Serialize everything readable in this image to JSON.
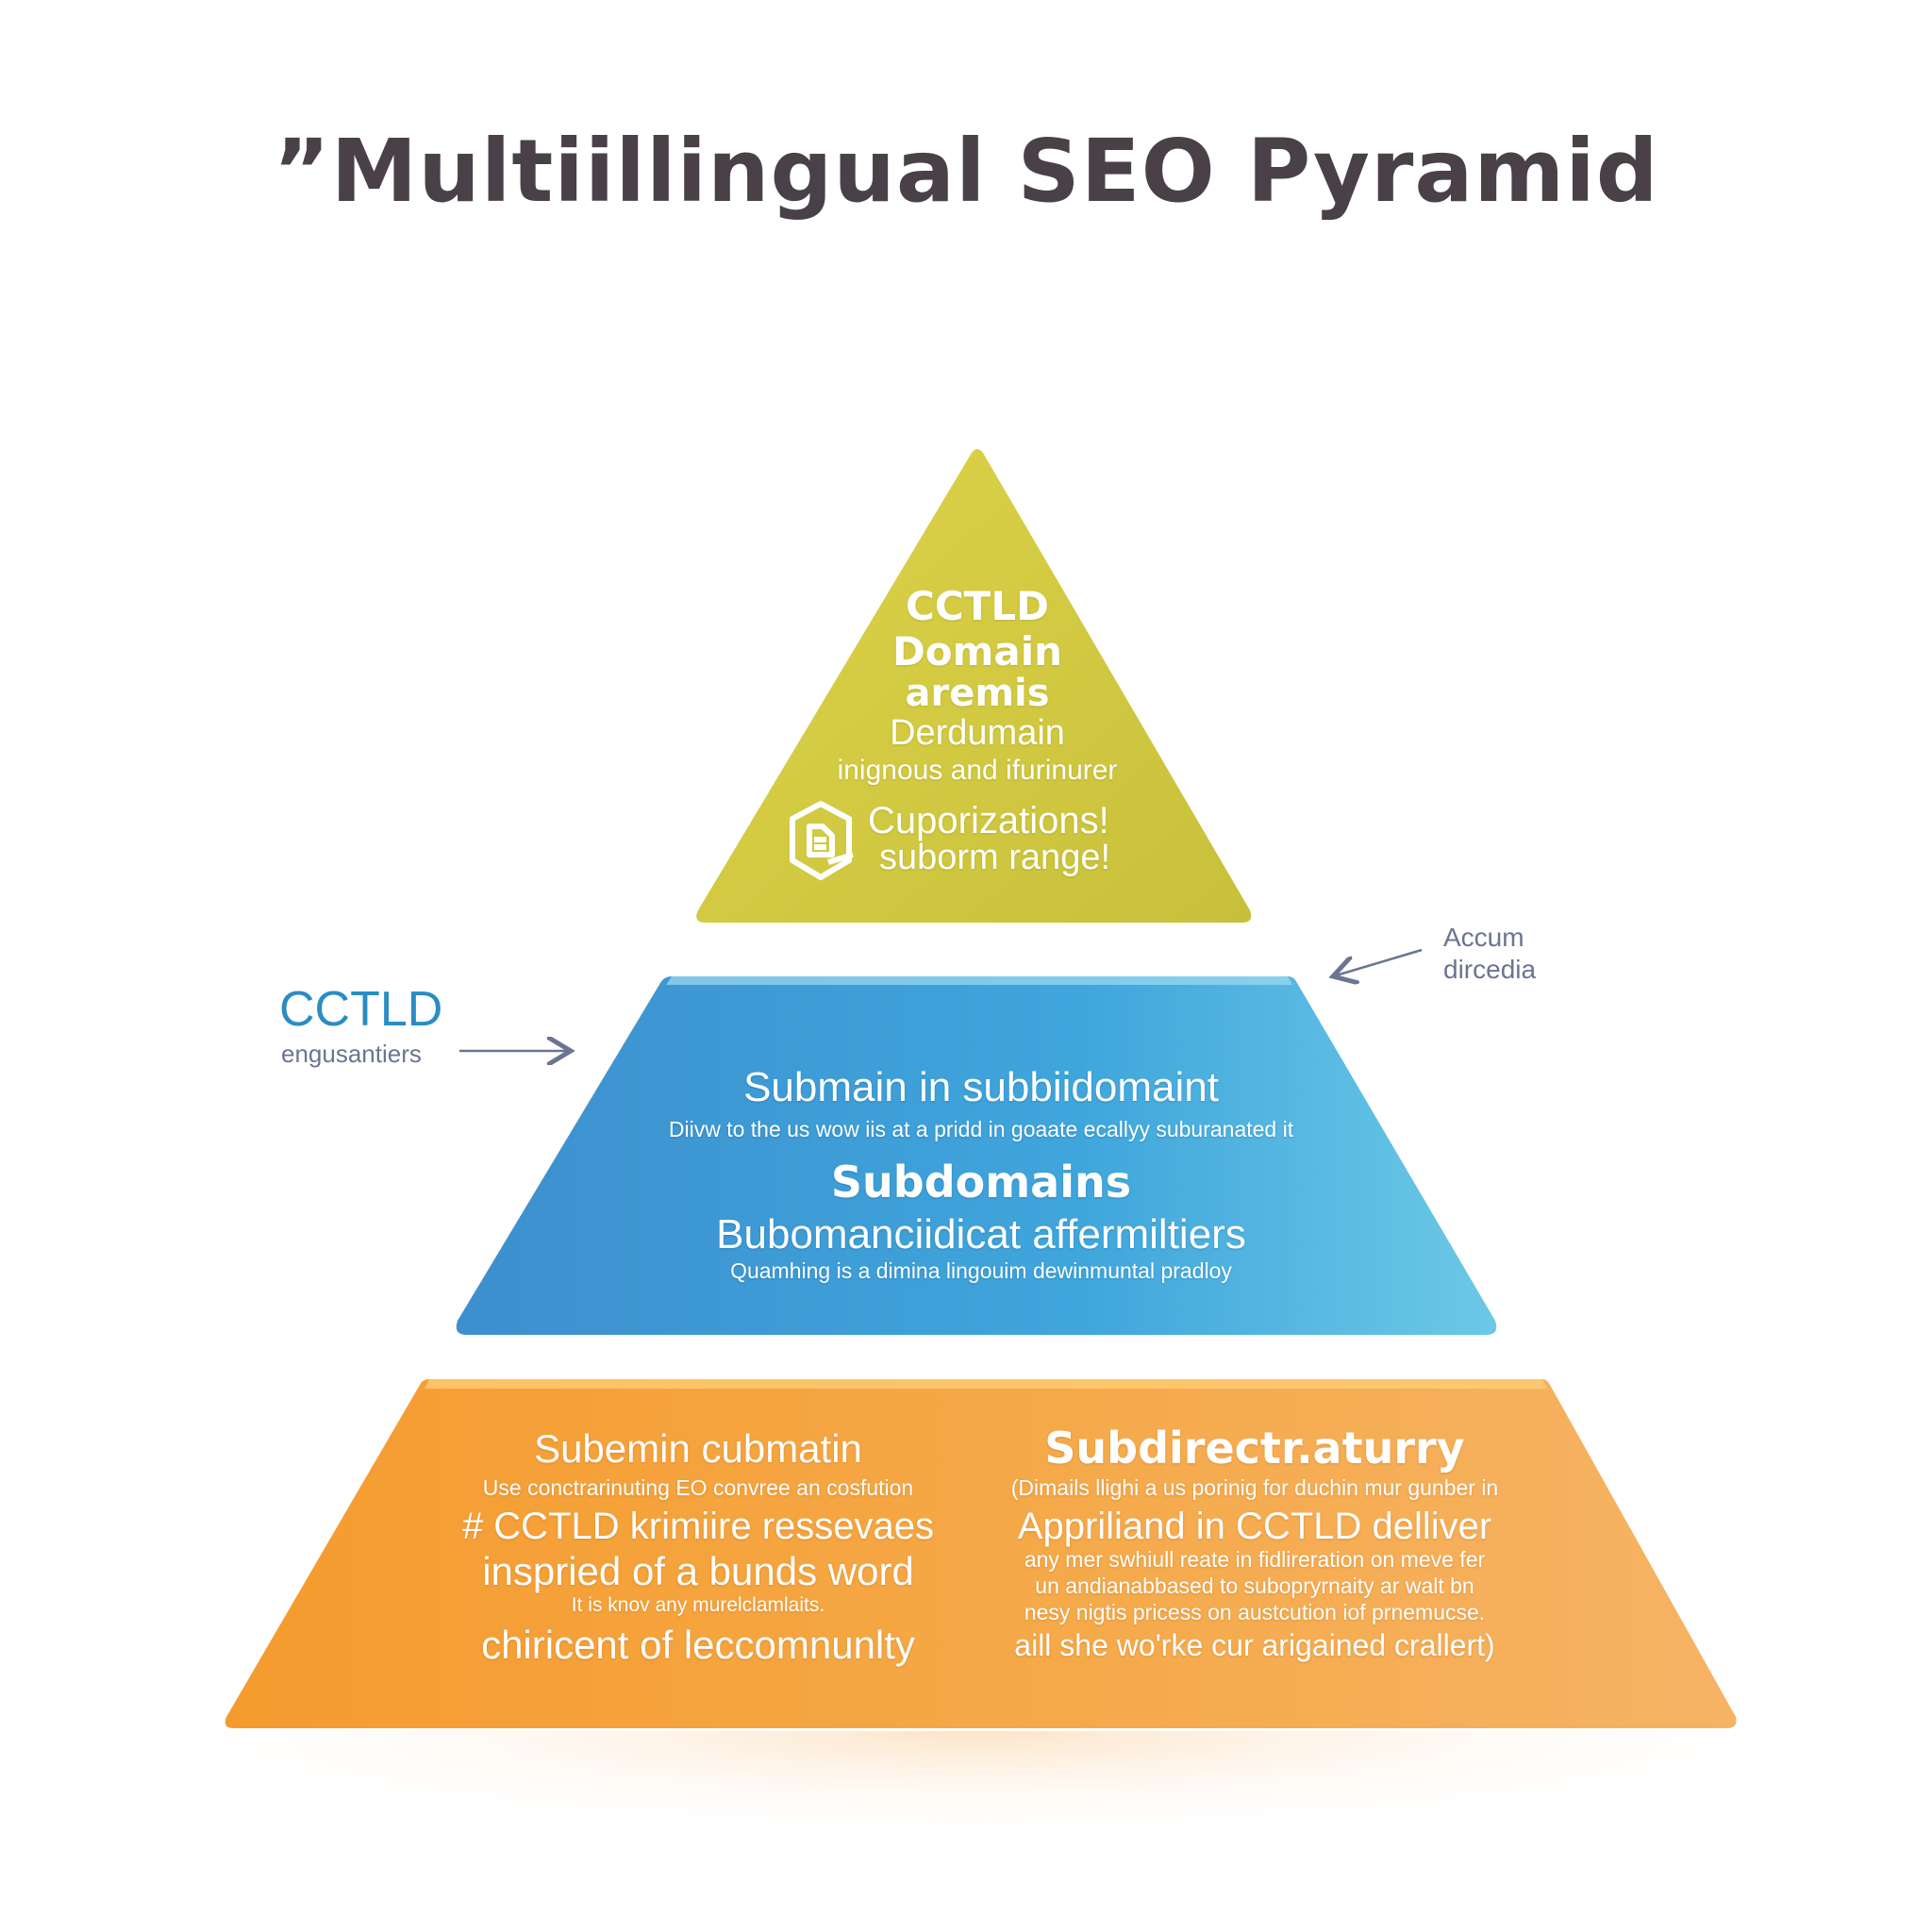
{
  "title": "”Multiillingual SEO Pyramid",
  "top": {
    "l1": "CCTLD",
    "l2": "Domain",
    "l3": "aremis",
    "l4": "Derdumain",
    "l5": "inignous and ifurinurer",
    "l6": "Cuporizations!",
    "l7": "suborm range!",
    "icon": "document-badge-icon",
    "color": "#d4cc3c"
  },
  "middle": {
    "l1": "Submain in subbiidomaint",
    "l2": "Diivw to the us wow iis at a pridd in goaate ecallyy suburanated it",
    "l3": "Subdomains",
    "l4": "Bubomanciidicat affermiltiers",
    "l5": "Quamhing is a dimina lingouim dewinmuntal pradloy",
    "color": "#3f9dd4"
  },
  "bottom": {
    "left": {
      "l1": "Subemin cubmatin",
      "l2": "Use conctrarinuting EO convree an cosfution",
      "l3": "# CCTLD krimiire ressevaes",
      "l4": "inspried of a bunds word",
      "l5": "It is knov any murelclamlaits.",
      "l6": "chiricent of leccomnunlty"
    },
    "right": {
      "l1": "Subdirectr.aturry",
      "l2": "(Dimails llighi a us porinig for duchin mur gunber in",
      "l3": "Appriliand in CCTLD delliver",
      "l4": "any mer swhiull reate in fidlireration on meve fer",
      "l5": "un andianabbased to subopryrnaity ar walt bn",
      "l6": "nesy nigtis pricess on austcution iof prnemucse.",
      "l7": "aill she wo'rke cur arigained crallert)"
    },
    "color": "#f5a63e"
  },
  "callout_left": {
    "title": "CCTLD",
    "sub": "engusantiers",
    "color": "#2a8cc4"
  },
  "callout_right": {
    "l1": "Accum",
    "l2": "dircedia",
    "color": "#6a7590"
  }
}
